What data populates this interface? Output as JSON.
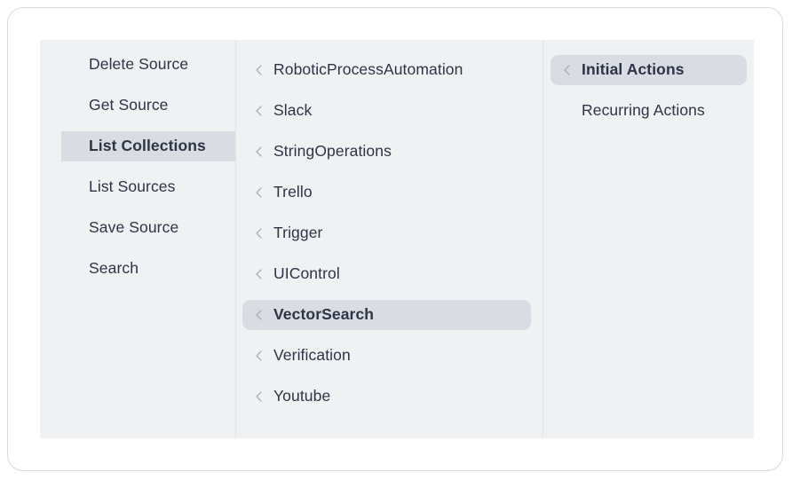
{
  "colors": {
    "card_background": "#ffffff",
    "card_border": "#d7dae0",
    "panel_background": "#f0f1f3",
    "divider": "#e2e4e8",
    "selected_background": "#d9dce2",
    "text": "#2c3446",
    "chevron": "#a9adb6"
  },
  "panel": {
    "columns": {
      "commands": {
        "name": "commands-column",
        "items": [
          {
            "label": "Delete Source",
            "selected": false,
            "chevron": false
          },
          {
            "label": "Get Source",
            "selected": false,
            "chevron": false
          },
          {
            "label": "List Collections",
            "selected": true,
            "chevron": false
          },
          {
            "label": "List Sources",
            "selected": false,
            "chevron": false
          },
          {
            "label": "Save Source",
            "selected": false,
            "chevron": false
          },
          {
            "label": "Search",
            "selected": false,
            "chevron": false
          }
        ]
      },
      "collections": {
        "name": "collections-column",
        "items": [
          {
            "label": "RoboticProcessAutomation",
            "selected": false,
            "chevron": true
          },
          {
            "label": "Slack",
            "selected": false,
            "chevron": true
          },
          {
            "label": "StringOperations",
            "selected": false,
            "chevron": true
          },
          {
            "label": "Trello",
            "selected": false,
            "chevron": true
          },
          {
            "label": "Trigger",
            "selected": false,
            "chevron": true
          },
          {
            "label": "UIControl",
            "selected": false,
            "chevron": true
          },
          {
            "label": "VectorSearch",
            "selected": true,
            "chevron": true
          },
          {
            "label": "Verification",
            "selected": false,
            "chevron": true
          },
          {
            "label": "Youtube",
            "selected": false,
            "chevron": true
          }
        ]
      },
      "actions": {
        "name": "actions-column",
        "items": [
          {
            "label": "Initial Actions",
            "selected": true,
            "chevron": true
          },
          {
            "label": "Recurring Actions",
            "selected": false,
            "chevron": false
          }
        ]
      }
    }
  },
  "icons": {
    "chevron_left": "chevron-left-icon"
  }
}
